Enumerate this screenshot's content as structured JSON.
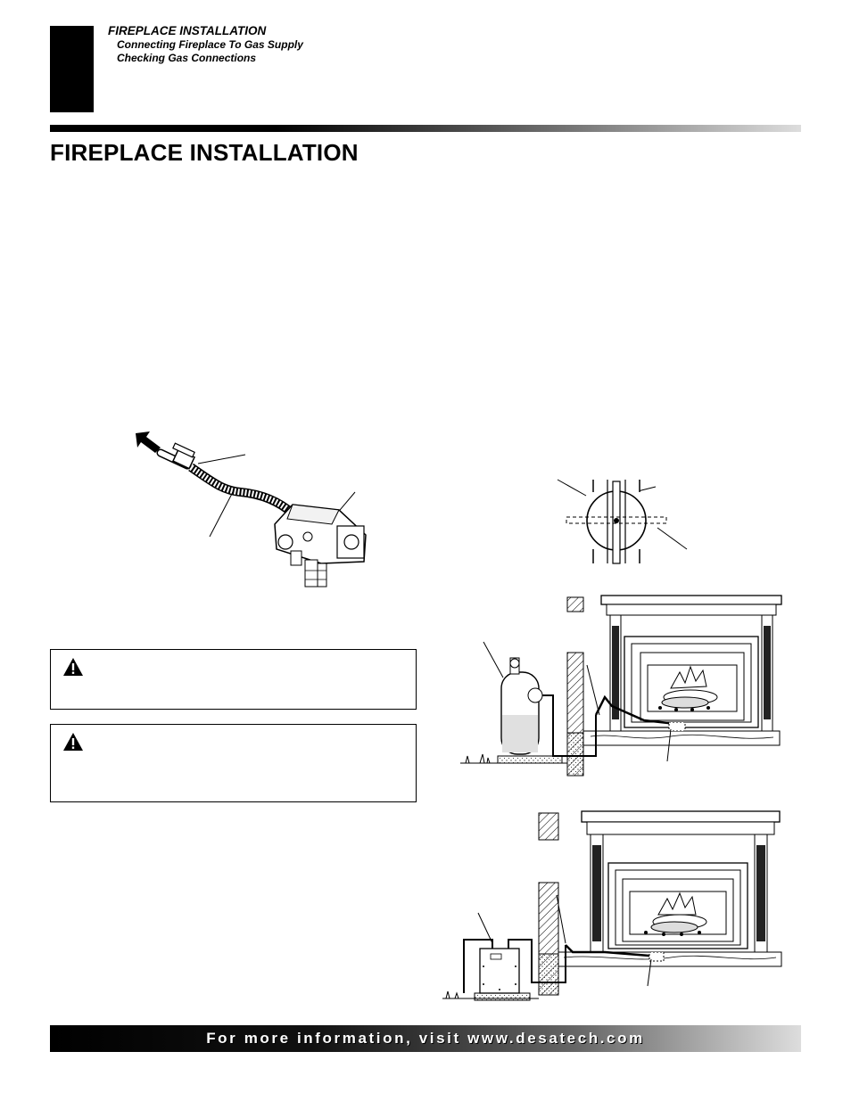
{
  "header": {
    "section": "FIREPLACE INSTALLATION",
    "sub1": "Connecting Fireplace To Gas Supply",
    "sub2": "Checking Gas Connections"
  },
  "page_title": "FIREPLACE INSTALLATION",
  "footer": {
    "text": "For more information, visit www.desatech.com"
  },
  "icons": [
    "warning-triangle-icon",
    "arrow-icon"
  ]
}
